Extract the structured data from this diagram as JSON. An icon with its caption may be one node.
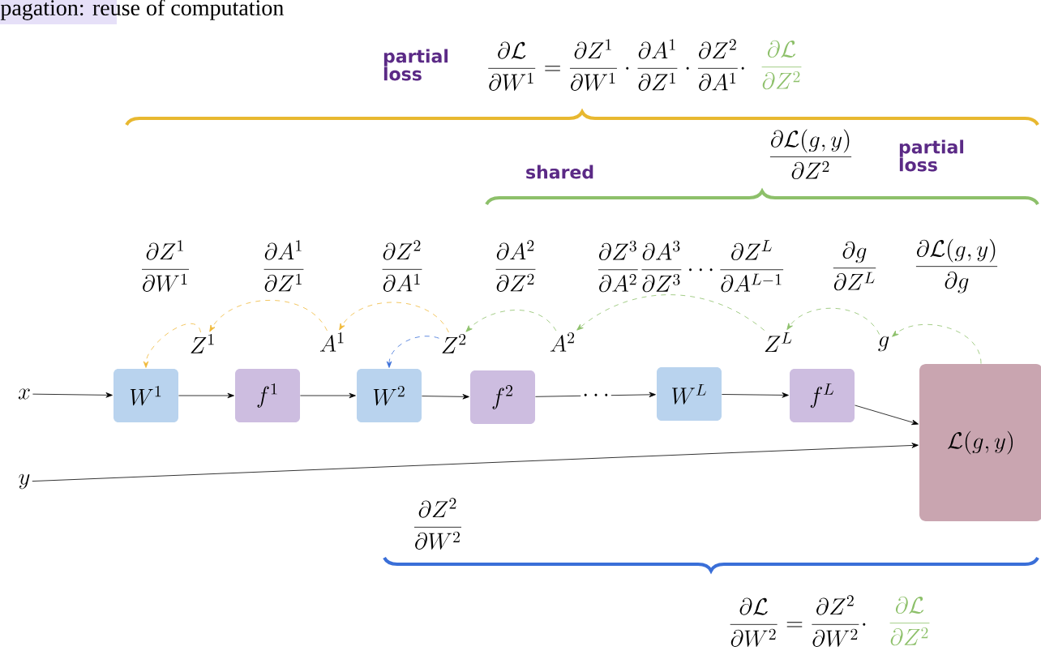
{
  "diagram": {
    "nodes": [
      {
        "text": [
          "x"
        ]
      },
      {
        "text": [
          "W^1"
        ]
      },
      {
        "text": [
          "f^1"
        ]
      },
      {
        "text": [
          "W^2"
        ]
      },
      {
        "text": [
          "f^2"
        ]
      },
      {
        "text": [
          "W^L"
        ]
      },
      {
        "text": [
          "f^L"
        ]
      },
      {
        "text": [
          "\\mathcal{L}(g,y)"
        ]
      },
      {
        "text": [
          "y"
        ]
      },
      {
        "text": [
          "Z^1"
        ]
      },
      {
        "text": [
          "A^1"
        ]
      },
      {
        "text": [
          "Z^2"
        ]
      },
      {
        "text": [
          "A^2"
        ]
      },
      {
        "text": [
          "Z^L"
        ]
      },
      {
        "text": [
          "g"
        ]
      }
    ],
    "edges": [
      {
        "from": 0,
        "to": 1,
        "arrow": "to"
      },
      {
        "from": 1,
        "to": 2,
        "arrow": "to"
      },
      {
        "from": 2,
        "to": 3,
        "arrow": "to"
      },
      {
        "from": 3,
        "to": 4,
        "arrow": "to"
      },
      {
        "from": 4,
        "to": 5,
        "arrow": "to",
        "label": "\\cdots"
      },
      {
        "from": 5,
        "to": 6,
        "arrow": "to"
      },
      {
        "from": 6,
        "to": 7,
        "arrow": "to"
      },
      {
        "from": 8,
        "to": 7,
        "arrow": "to"
      },
      {
        "from": 9,
        "to": 1,
        "arrow": "to",
        "style": "dashed",
        "color": "#f0b93a"
      },
      {
        "from": 10,
        "to": 9,
        "arrow": "to",
        "style": "dashed",
        "color": "#f0b93a"
      },
      {
        "from": 11,
        "to": 10,
        "arrow": "to",
        "style": "dashed",
        "color": "#f0b93a"
      },
      {
        "from": 11,
        "to": 3,
        "arrow": "to",
        "style": "dashed",
        "color": "#3a6fd8"
      },
      {
        "from": 12,
        "to": 11,
        "arrow": "to",
        "style": "dashed",
        "color": "#8dc06a"
      },
      {
        "from": 13,
        "to": 12,
        "arrow": "to",
        "style": "dashed",
        "color": "#8dc06a"
      },
      {
        "from": 14,
        "to": 13,
        "arrow": "to",
        "style": "dashed",
        "color": "#8dc06a"
      },
      {
        "from": 7,
        "to": 14,
        "arrow": "to",
        "style": "dashed",
        "color": "#8dc06a"
      }
    ],
    "labels": [
      "pagation: reuse of computation",
      "partial loss",
      "\\frac{\\partial\\mathcal{L}}{\\partial W^1}=\\frac{\\partial Z^1}{\\partial W^1}\\cdot\\frac{\\partial A^1}{\\partial Z^1}\\cdot\\frac{\\partial Z^2}{\\partial A^1}\\cdot",
      "\\frac{\\partial\\mathcal{L}}{\\partial Z^2}",
      "shared",
      "\\frac{\\partial\\mathcal{L}(g,y)}{\\partial Z^2}",
      "partial loss",
      "\\frac{\\partial Z^1}{\\partial W^1}",
      "\\frac{\\partial A^1}{\\partial Z^1}",
      "\\frac{\\partial Z^2}{\\partial A^1}",
      "\\frac{\\partial A^2}{\\partial Z^2}",
      "\\frac{\\partial Z^3}{\\partial A^2}\\frac{\\partial A^3}{\\partial Z^3}\\cdots\\frac{\\partial Z^L}{\\partial A^{L-1}}",
      "\\frac{\\partial g}{\\partial Z^L}",
      "\\frac{\\partial\\mathcal{L}(g,y)}{\\partial g}",
      "\\frac{\\partial Z^2}{\\partial W^2}",
      "\\frac{\\partial\\mathcal{L}}{\\partial W^2}=\\frac{\\partial Z^2}{\\partial W^2}\\cdot",
      "\\frac{\\partial\\mathcal{L}}{\\partial Z^2}"
    ]
  }
}
